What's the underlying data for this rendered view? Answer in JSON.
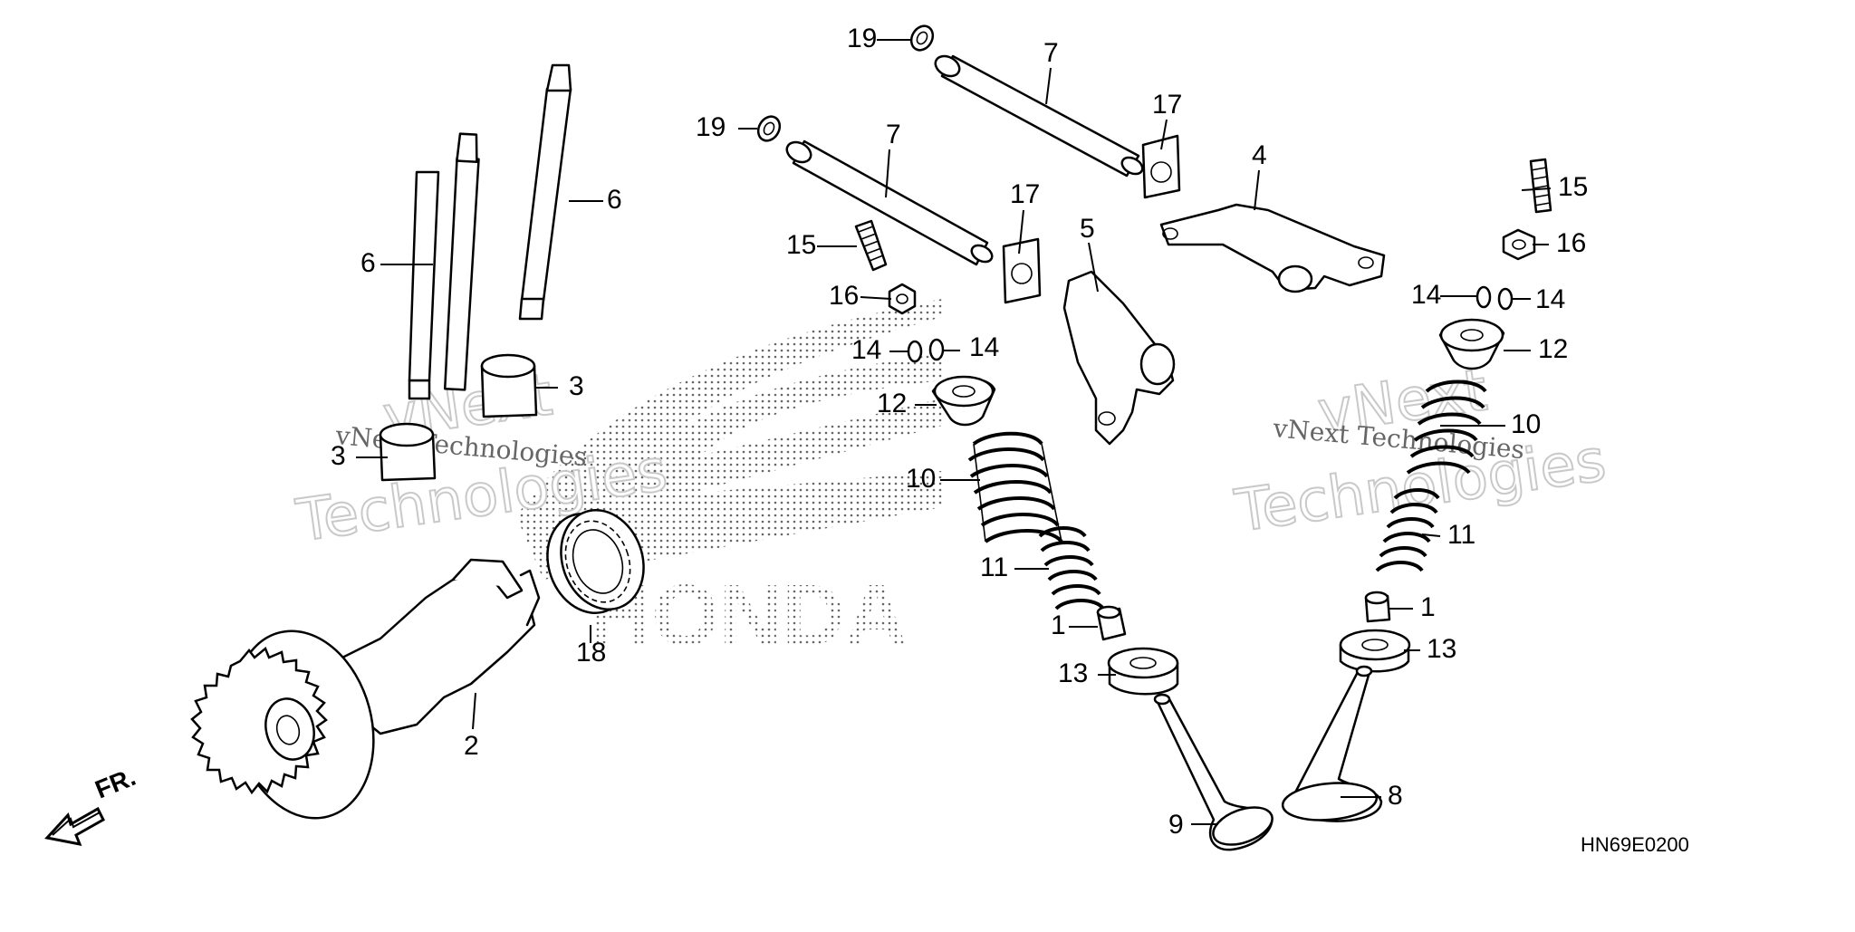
{
  "diagram_code": "HN69E0200",
  "front_label": "FR.",
  "watermark": {
    "brand_line1": "vNext",
    "brand_line2": "Technologies",
    "caption": "vNext Technologies"
  },
  "background_logo_text": "HONDA",
  "callouts": [
    {
      "id": "c19a",
      "label": "19"
    },
    {
      "id": "c7a",
      "label": "7"
    },
    {
      "id": "c17a",
      "label": "17"
    },
    {
      "id": "c4",
      "label": "4"
    },
    {
      "id": "c15a",
      "label": "15"
    },
    {
      "id": "c16a",
      "label": "16"
    },
    {
      "id": "c14a",
      "label": "14"
    },
    {
      "id": "c14b",
      "label": "14"
    },
    {
      "id": "c19b",
      "label": "19"
    },
    {
      "id": "c7b",
      "label": "7"
    },
    {
      "id": "c17b",
      "label": "17"
    },
    {
      "id": "c5",
      "label": "5"
    },
    {
      "id": "c15b",
      "label": "15"
    },
    {
      "id": "c16b",
      "label": "16"
    },
    {
      "id": "c14c",
      "label": "14"
    },
    {
      "id": "c14d",
      "label": "14"
    },
    {
      "id": "c6a",
      "label": "6"
    },
    {
      "id": "c6b",
      "label": "6"
    },
    {
      "id": "c3a",
      "label": "3"
    },
    {
      "id": "c3b",
      "label": "3"
    },
    {
      "id": "c12a",
      "label": "12"
    },
    {
      "id": "c12b",
      "label": "12"
    },
    {
      "id": "c10a",
      "label": "10"
    },
    {
      "id": "c10b",
      "label": "10"
    },
    {
      "id": "c11a",
      "label": "11"
    },
    {
      "id": "c11b",
      "label": "11"
    },
    {
      "id": "c1a",
      "label": "1"
    },
    {
      "id": "c1b",
      "label": "1"
    },
    {
      "id": "c13a",
      "label": "13"
    },
    {
      "id": "c13b",
      "label": "13"
    },
    {
      "id": "c18",
      "label": "18"
    },
    {
      "id": "c2",
      "label": "2"
    },
    {
      "id": "c9",
      "label": "9"
    },
    {
      "id": "c8",
      "label": "8"
    }
  ]
}
